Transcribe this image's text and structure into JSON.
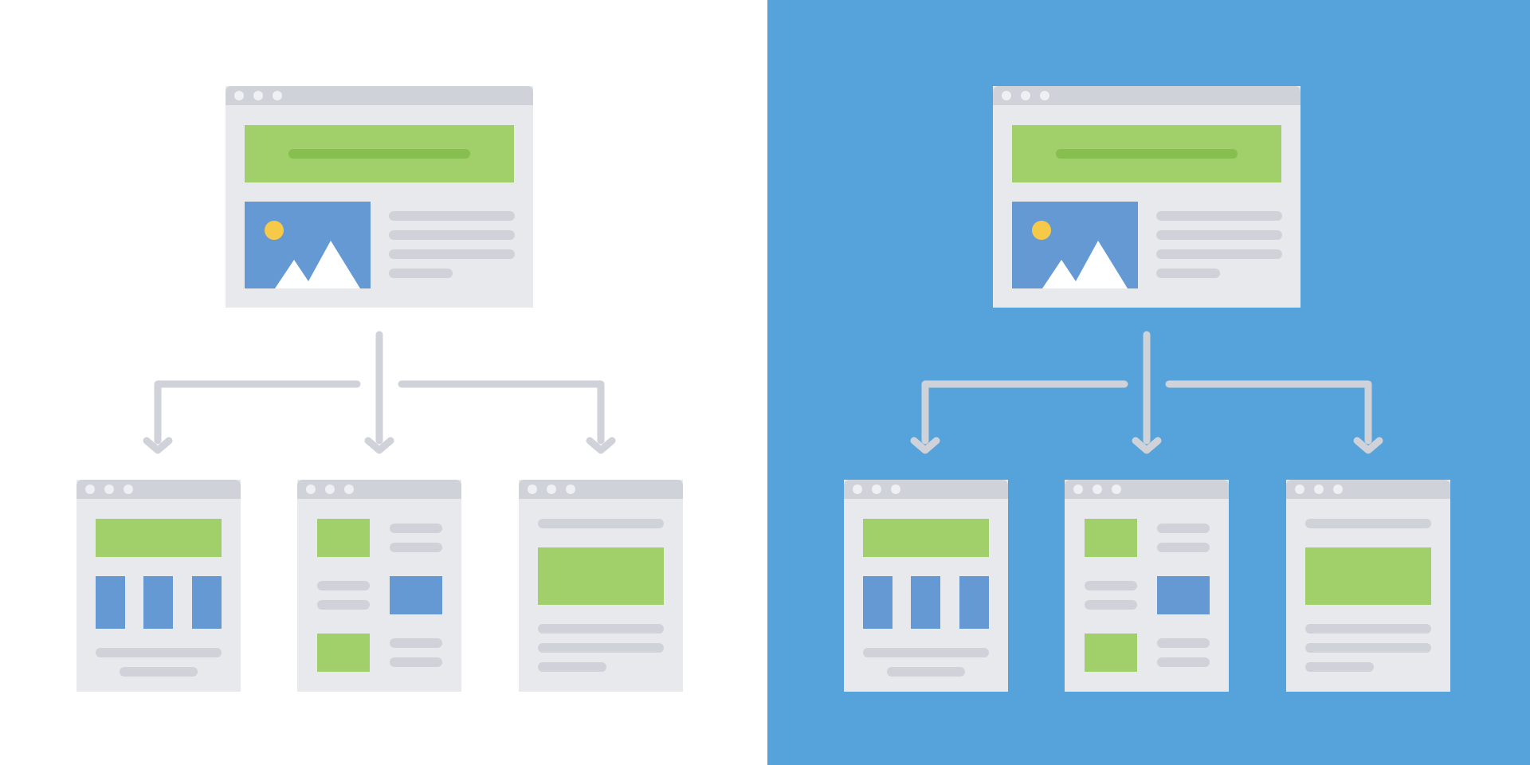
{
  "panels": [
    {
      "variant": "light",
      "background": "#ffffff"
    },
    {
      "variant": "blue",
      "background": "#55a3da"
    }
  ],
  "colors": {
    "window_body": "#e7e9ed",
    "window_bar": "#cfd2d8",
    "window_dot": "#eef0f3",
    "line_gray": "#cfd2d8",
    "green": "#a1cf6a",
    "green_dark": "#86be4f",
    "blue_block": "#6599d4",
    "sun": "#f7c948",
    "mountain": "#ffffff",
    "arrow": "#cfd2d8"
  },
  "diagram": {
    "parent": "page-home",
    "children": [
      "page-grid-layout",
      "page-alternating-layout",
      "page-article-layout"
    ]
  }
}
